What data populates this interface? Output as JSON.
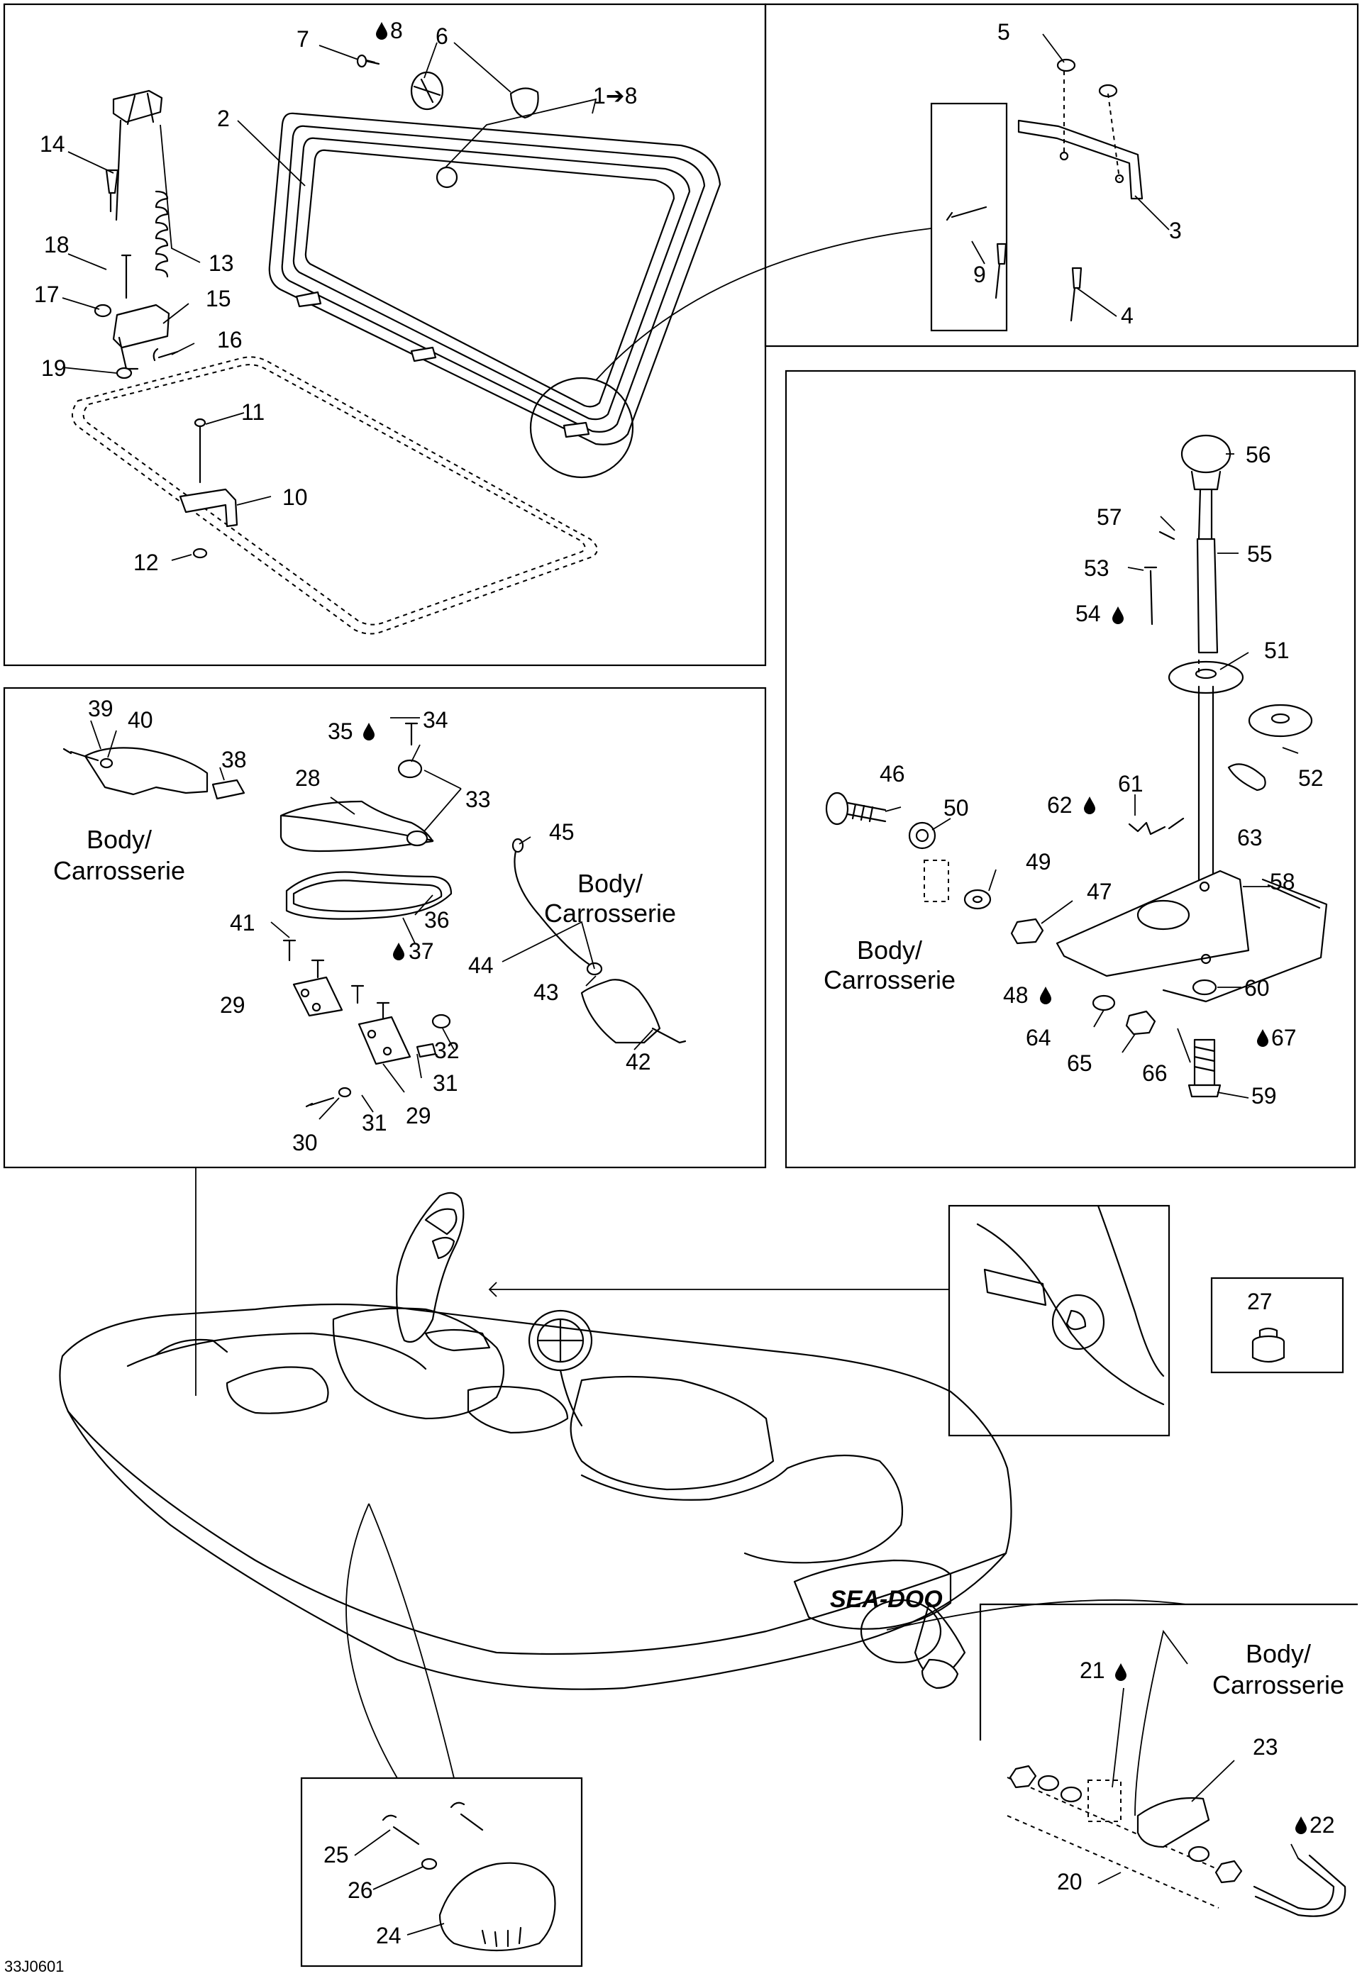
{
  "diagram_code": "33J0601",
  "body_label_line1": "Body/",
  "body_label_line2": "Carrosserie",
  "callouts": {
    "c1": "1➔8",
    "c2": "2",
    "c3": "3",
    "c4": "4",
    "c5": "5",
    "c6": "6",
    "c7": "7",
    "c8": "8",
    "c9": "9",
    "c10": "10",
    "c11": "11",
    "c12": "12",
    "c13": "13",
    "c14": "14",
    "c15": "15",
    "c16": "16",
    "c17": "17",
    "c18": "18",
    "c19": "19",
    "c20": "20",
    "c21": "21",
    "c22": "22",
    "c23": "23",
    "c24": "24",
    "c25": "25",
    "c26": "26",
    "c27": "27",
    "c28": "28",
    "c29a": "29",
    "c29b": "29",
    "c30": "30",
    "c31a": "31",
    "c31b": "31",
    "c32": "32",
    "c33": "33",
    "c34": "34",
    "c35": "35",
    "c36": "36",
    "c37": "37",
    "c38": "38",
    "c39": "39",
    "c40": "40",
    "c41": "41",
    "c42": "42",
    "c43": "43",
    "c44": "44",
    "c45": "45",
    "c46": "46",
    "c47": "47",
    "c48": "48",
    "c49": "49",
    "c50": "50",
    "c51": "51",
    "c52": "52",
    "c53": "53",
    "c54": "54",
    "c55": "55",
    "c56": "56",
    "c57": "57",
    "c58": "58",
    "c59": "59",
    "c60": "60",
    "c61": "61",
    "c62": "62",
    "c63": "63",
    "c64": "64",
    "c65": "65",
    "c66": "66",
    "c67": "67"
  },
  "icons": {
    "adhesive": "droplet-icon"
  }
}
